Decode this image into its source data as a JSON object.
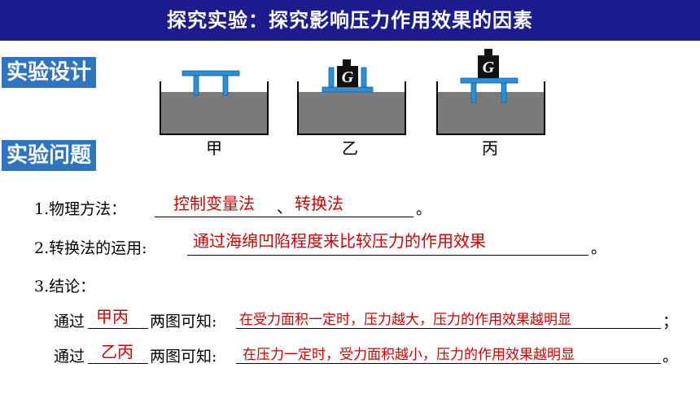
{
  "title": "探究实验：探究影响压力作用效果的因素",
  "sections": {
    "design_label": "实验设计",
    "problem_label": "实验问题"
  },
  "diagram": {
    "weight_letter": "G",
    "labels": [
      "甲",
      "乙",
      "丙"
    ]
  },
  "questions": {
    "q1_prefix": "1.物理方法：",
    "q1_answer": "控制变量法",
    "q1_sep": "、",
    "q1_answer2": "转换法",
    "q1_end": "。",
    "q2_prefix": "2.转换法的运用:",
    "q2_answer": "通过海绵凹陷程度来比较压力的作用效果",
    "q2_end": "。",
    "q3_prefix": "3.结论：",
    "c1_prefix": "通过",
    "c1_figs": "甲丙",
    "c1_mid": "两图可知:",
    "c1_answer": "在受力面积一定时，压力越大，压力的作用效果越明显",
    "c1_end": "；",
    "c2_prefix": "通过",
    "c2_figs": "乙丙",
    "c2_mid": "两图可知:",
    "c2_answer": "在压力一定时，受力面积越小，压力的作用效果越明显",
    "c2_end": "。"
  },
  "colors": {
    "title_bg": "#1c1c8e",
    "label_bg": "#2e74c0",
    "answer": "#cc0000",
    "sponge": "#7a7a7a",
    "stool": "#2b8fd6"
  }
}
